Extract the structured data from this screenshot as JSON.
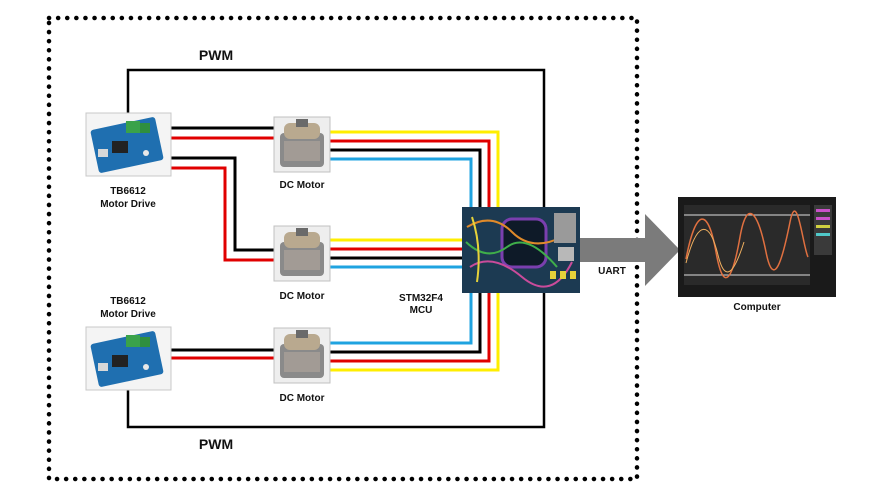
{
  "labels": {
    "pwm_top": "PWM",
    "pwm_bottom": "PWM",
    "driver_top_line1": "TB6612",
    "driver_top_line2": "Motor Drive",
    "driver_bottom_line1": "TB6612",
    "driver_bottom_line2": "Motor Drive",
    "motor_1": "DC Motor",
    "motor_2": "DC Motor",
    "motor_3": "DC Motor",
    "mcu_line1": "STM32F4",
    "mcu_line2": "MCU",
    "uart": "UART",
    "computer": "Computer"
  },
  "colors": {
    "wire_power_black": "#000000",
    "wire_power_red": "#e00000",
    "wire_signal_yellow": "#ffee00",
    "wire_signal_blue": "#1fa3e0",
    "arrow_gray": "#7b7b7b",
    "boundary_dots": "#000000"
  },
  "icons": {
    "driver": "motor-driver-board-icon",
    "motor": "dc-motor-icon",
    "mcu": "stm32-board-icon",
    "computer": "laptop-plot-icon"
  }
}
